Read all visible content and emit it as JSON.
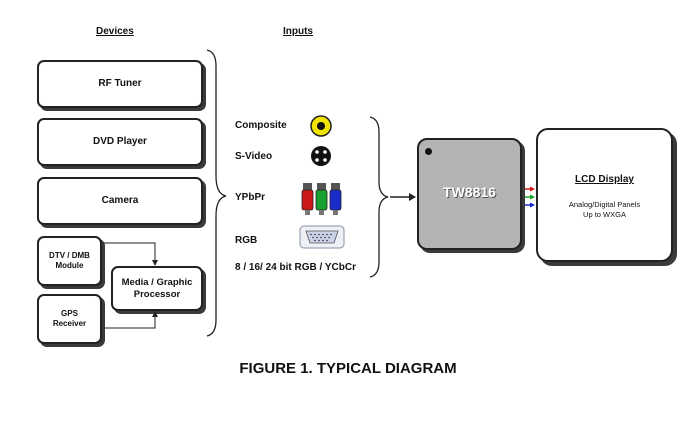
{
  "headers": {
    "devices": "Devices",
    "inputs": "Inputs"
  },
  "devices": {
    "rf_tuner": "RF Tuner",
    "dvd_player": "DVD Player",
    "camera": "Camera",
    "dtv_dmb_line1": "DTV / DMB",
    "dtv_dmb_line2": "Module",
    "gps_line1": "GPS",
    "gps_line2": "Receiver",
    "media_line1": "Media / Graphic",
    "media_line2": "Processor"
  },
  "inputs": {
    "composite": "Composite",
    "svideo": "S-Video",
    "ypbpr": "YPbPr",
    "rgb": "RGB",
    "bitdepth": "8 / 16/ 24 bit RGB / YCbCr"
  },
  "chip": {
    "label": "TW8816"
  },
  "lcd": {
    "title": "LCD Display",
    "sub_line1": "Analog/Digital Panels",
    "sub_line2": "Up to WXGA"
  },
  "caption": "FIGURE 1.  TYPICAL DIAGRAM",
  "colors": {
    "chip_fill": "#b4b4b4",
    "composite_jack": "#f2e500",
    "y_plug": "#cc1a1a",
    "pb_plug": "#18a030",
    "pr_plug": "#1a2ccc"
  }
}
